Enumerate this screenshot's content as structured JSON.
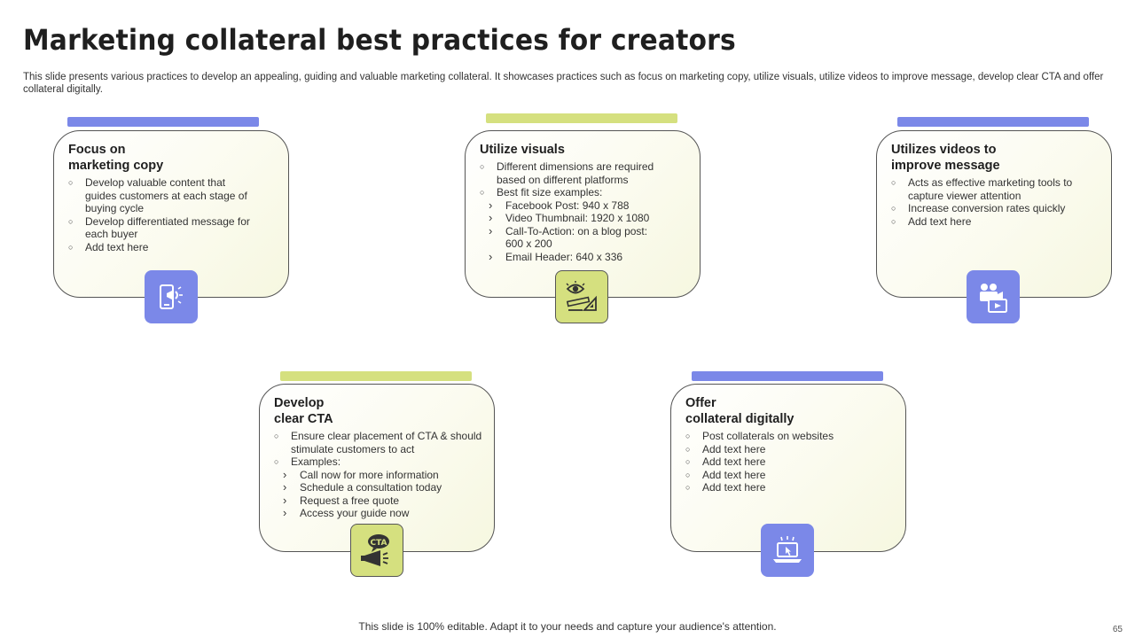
{
  "slide": {
    "title": "Marketing collateral best practices for creators",
    "subtitle": "This slide presents various practices to develop an appealing, guiding and valuable marketing collateral. It showcases practices such as focus on marketing copy, utilize visuals, utilize videos to  improve message, develop clear CTA and offer collateral digitally.",
    "footer": "This slide is 100% editable. Adapt it to your needs and capture your audience's attention.",
    "page_number": "65"
  },
  "colors": {
    "accent_blue": "#7b88e8",
    "accent_green": "#d5e07f"
  },
  "cards": [
    {
      "title": "Focus on\nmarketing copy",
      "points": [
        "Develop valuable content that guides customers at each stage of buying cycle",
        "Develop differentiated message for each buyer",
        "Add text here"
      ],
      "icon": "mobile-megaphone-icon"
    },
    {
      "title": "Utilize visuals",
      "points": [
        "Different dimensions are required based on different platforms",
        "Best fit size examples:"
      ],
      "subpoints": [
        "Facebook Post: 940 x 788",
        "Video Thumbnail: 1920 x 1080",
        "Call-To-Action: on a blog post: 600 x  200",
        "Email Header: 640 x 336"
      ],
      "icon": "eye-design-tools-icon"
    },
    {
      "title": "Utilizes videos to\nimprove message",
      "points": [
        "Acts  as effective marketing tools to capture viewer attention",
        "Increase conversion rates quickly",
        "Add text here"
      ],
      "icon": "video-camera-icon"
    },
    {
      "title": "Develop\nclear CTA",
      "points": [
        "Ensure clear placement of CTA & should stimulate customers to act",
        "Examples:"
      ],
      "subpoints": [
        "Call now for more information",
        "Schedule a consultation today",
        "Request a free quote",
        "Access your guide now"
      ],
      "icon": "cta-megaphone-icon",
      "icon_text": "CTA"
    },
    {
      "title": "Offer\ncollateral digitally",
      "points": [
        "Post collaterals on websites",
        "Add text here",
        "Add text here",
        "Add text here",
        "Add text here"
      ],
      "icon": "laptop-click-icon"
    }
  ]
}
